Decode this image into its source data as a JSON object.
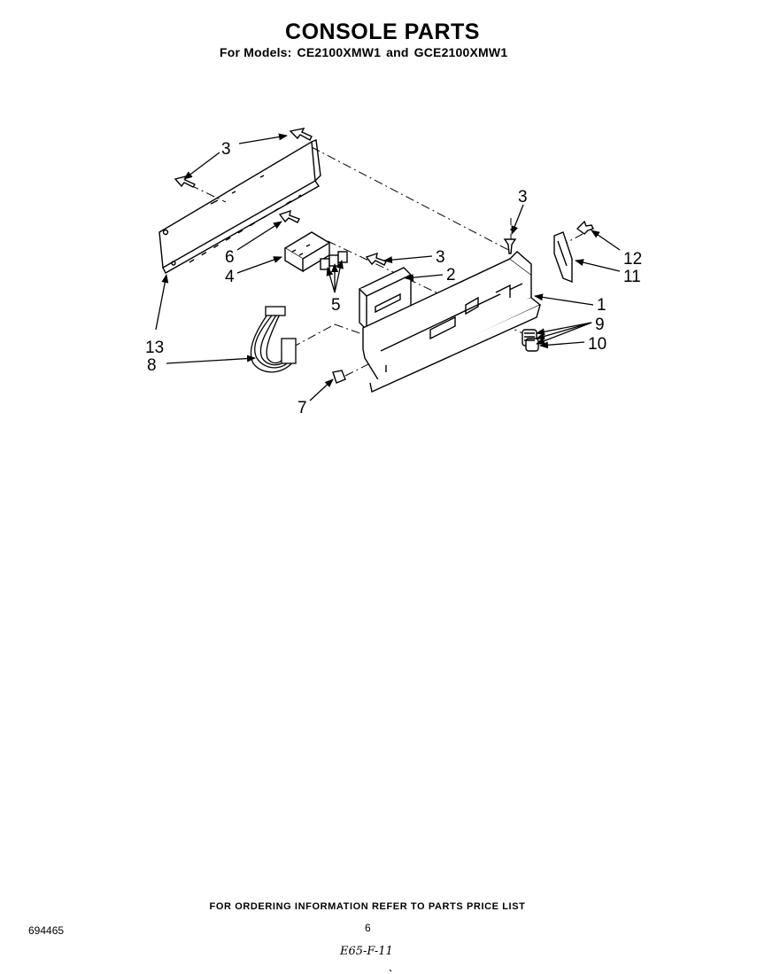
{
  "header": {
    "title": "CONSOLE PARTS",
    "models_prefix": "For Models:",
    "model_1": "CE2100XMW1",
    "models_and": "and",
    "model_2": "GCE2100XMW1"
  },
  "callouts": [
    {
      "id": "c3a",
      "label": "3"
    },
    {
      "id": "c3b",
      "label": "3"
    },
    {
      "id": "c3c",
      "label": "3"
    },
    {
      "id": "c3d",
      "label": "3"
    },
    {
      "id": "c6",
      "label": "6"
    },
    {
      "id": "c4",
      "label": "4"
    },
    {
      "id": "c2",
      "label": "2"
    },
    {
      "id": "c5",
      "label": "5"
    },
    {
      "id": "c12",
      "label": "12"
    },
    {
      "id": "c11",
      "label": "11"
    },
    {
      "id": "c1",
      "label": "1"
    },
    {
      "id": "c9",
      "label": "9"
    },
    {
      "id": "c10",
      "label": "10"
    },
    {
      "id": "c13",
      "label": "13"
    },
    {
      "id": "c8",
      "label": "8"
    },
    {
      "id": "c7",
      "label": "7"
    }
  ],
  "footer": {
    "ordering_note": "FOR ORDERING INFORMATION REFER TO PARTS PRICE LIST",
    "doc_number": "694465",
    "page_number": "6",
    "handwritten_code": "E65-F-11"
  }
}
